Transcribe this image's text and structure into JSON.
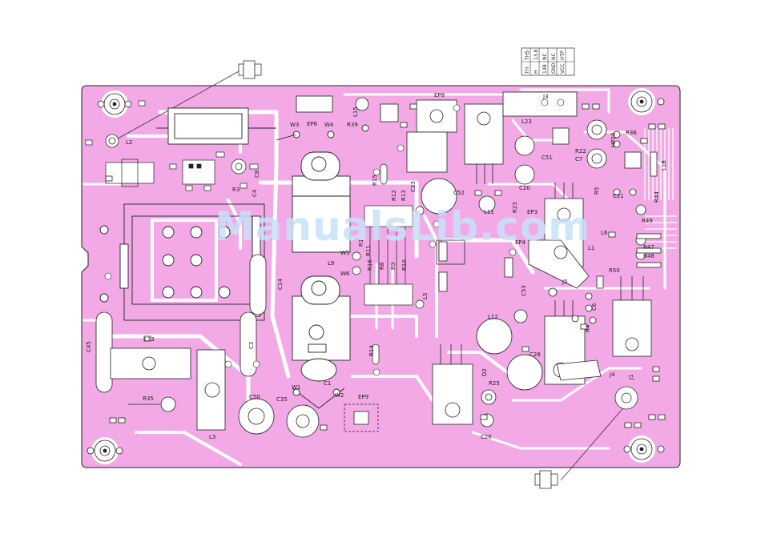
{
  "board": {
    "fill_color": "#f3a9e6",
    "trace_color": "#ffffff",
    "outline_color": "#222222"
  },
  "connector_pins": [
    "THS",
    "TH",
    "13.8",
    "H",
    "NC",
    "13B",
    "NC",
    "GND",
    "HTP",
    "VCC"
  ],
  "labels": {
    "L2": "L2",
    "EP6": "EP6",
    "W3": "W3",
    "W4": "W4",
    "R39": "R39",
    "L15": "L15",
    "EP8": "EP8",
    "J3": "J3",
    "L23": "L23",
    "R36": "R36",
    "HP20": "HP20",
    "R22": "R22",
    "C51": "C51",
    "C7": "C7",
    "L18": "L18",
    "R3": "R3",
    "C8": "C8",
    "C4": "C4",
    "R15": "R15",
    "R12": "R12",
    "R13": "R13",
    "C23": "C23",
    "C52": "C52",
    "L11": "L11",
    "C20": "C20",
    "R5": "R5",
    "C21": "C21",
    "R44": "R44",
    "EP3": "EP3",
    "R23": "R23",
    "R49": "R49",
    "R47": "R47",
    "R48": "R48",
    "EP4": "EP4",
    "L1": "L1",
    "L6": "L6",
    "R1": "R1",
    "R11": "R11",
    "R16": "R16",
    "R8": "R8",
    "R9": "R9",
    "R10": "R10",
    "W5": "W5",
    "W6": "W6",
    "L9": "L9",
    "C14": "C14",
    "L5": "L5",
    "R50": "R50",
    "J5": "J5",
    "C53": "C53",
    "C6": "C6",
    "R4": "R4",
    "L12": "L12",
    "C28": "C28",
    "C45": "C45",
    "L13": "L13",
    "C3": "C3",
    "R14": "R14",
    "D2": "D2",
    "R25": "R25",
    "J4": "J4",
    "J1": "J1",
    "R35": "R35",
    "C50": "C50",
    "C35": "C35",
    "W1": "W1",
    "W2": "W2",
    "C1": "C1",
    "EP9": "EP9",
    "L3": "L3",
    "C26": "C26"
  },
  "watermark": "ManualsLib.com"
}
